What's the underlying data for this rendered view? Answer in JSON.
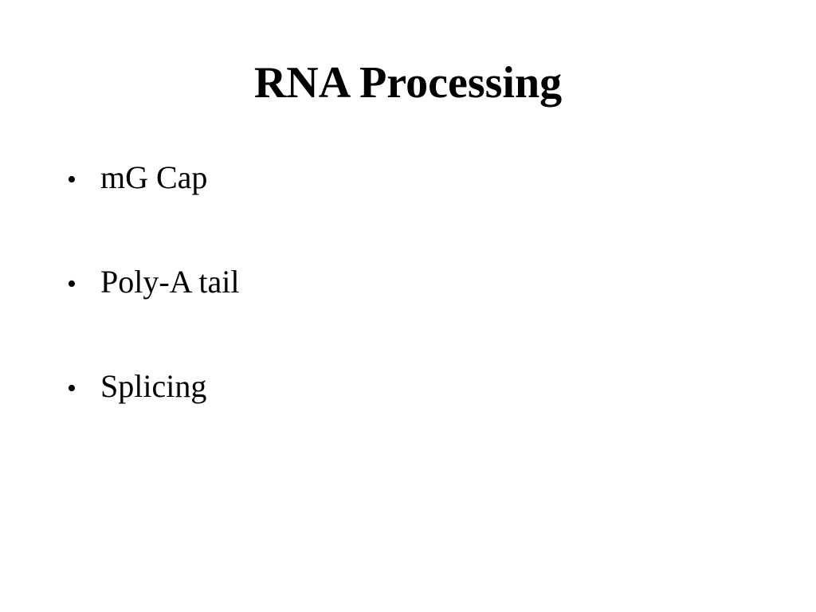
{
  "slide": {
    "title": "RNA Processing",
    "bullet_symbol": "•",
    "bullets": [
      "mG Cap",
      "Poly-A tail",
      "Splicing"
    ]
  }
}
